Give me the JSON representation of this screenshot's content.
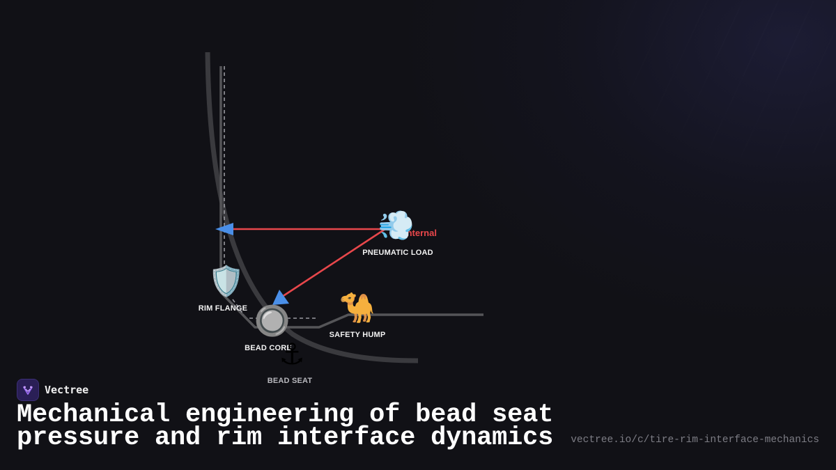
{
  "brand": {
    "name": "Vectree",
    "logo_icon": "vectree-logo-icon",
    "logo_color": "#2a1f56"
  },
  "headline": "Mechanical engineering of bead seat pressure and rim interface dynamics",
  "url": "vectree.io/c/tire-rim-interface-mechanics",
  "diagram": {
    "nodes": {
      "pneumatic_load": {
        "icon": "💨",
        "icon_name": "wind-puff-icon",
        "label": "PNEUMATIC LOAD"
      },
      "rim_flange": {
        "icon": "🛡️",
        "icon_name": "shield-icon",
        "label": "RIM FLANGE"
      },
      "bead_core": {
        "icon": "🔘",
        "icon_name": "radio-button-icon",
        "label": "BEAD CORE"
      },
      "safety_hump": {
        "icon": "🐪",
        "icon_name": "camel-icon",
        "label": "SAFETY HUMP"
      },
      "bead_seat": {
        "icon": "⚓",
        "icon_name": "anchor-icon",
        "label": "BEAD SEAT"
      }
    },
    "force_label": "Internal",
    "colors": {
      "force_line": "#e8474b",
      "arrow_head": "#4a8fe8",
      "profile": "#3a3a3e",
      "rim_outline": "#555558",
      "dashed": "#9a9aa0"
    }
  }
}
